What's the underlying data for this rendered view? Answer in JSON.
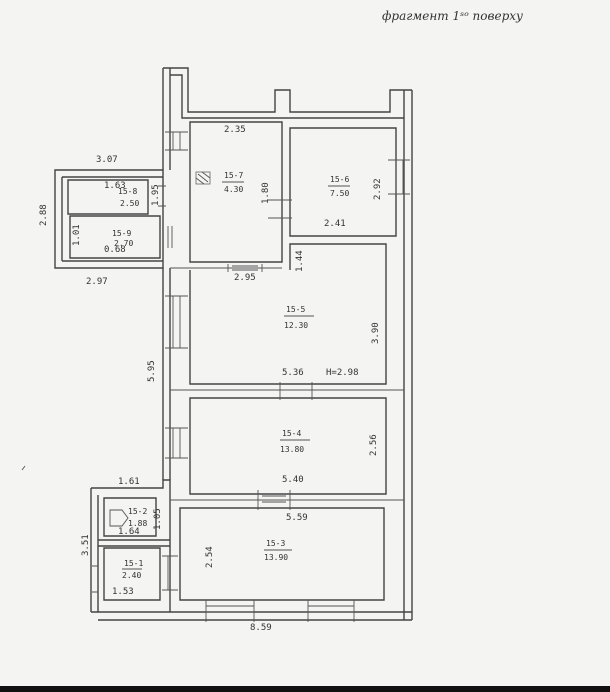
{
  "title": "фрагмент 1ˢᵒ поверху",
  "rooms": [
    {
      "id": "15-7",
      "area": "4.30"
    },
    {
      "id": "15-6",
      "area": "7.50"
    },
    {
      "id": "15-8",
      "area": "2.50"
    },
    {
      "id": "15-9",
      "area": "2.70"
    },
    {
      "id": "15-5",
      "area": "12.30"
    },
    {
      "id": "15-4",
      "area": "13.80"
    },
    {
      "id": "15-2",
      "area": "1.88"
    },
    {
      "id": "15-1",
      "area": "2.40"
    },
    {
      "id": "15-3",
      "area": "13.90"
    }
  ],
  "dims": {
    "d_235": "2.35",
    "d_307": "3.07",
    "d_288": "2.88",
    "d_292": "2.92",
    "d_180": "1.80",
    "d_241": "2.41",
    "d_163": "1.63",
    "d_195": "1.95",
    "d_101": "1.01",
    "d_068": "0.68",
    "d_297": "2.97",
    "d_295": "2.95",
    "d_144": "1.44",
    "d_390": "3.90",
    "d_595": "5.95",
    "d_536": "5.36",
    "d_h298": "H=2.98",
    "d_256": "2.56",
    "d_540": "5.40",
    "d_161": "1.61",
    "d_559": "5.59",
    "d_254": "2.54",
    "d_351": "3.51",
    "d_153": "1.53",
    "d_859": "8.59",
    "d_164": "1.64",
    "d_105": "1.05"
  }
}
